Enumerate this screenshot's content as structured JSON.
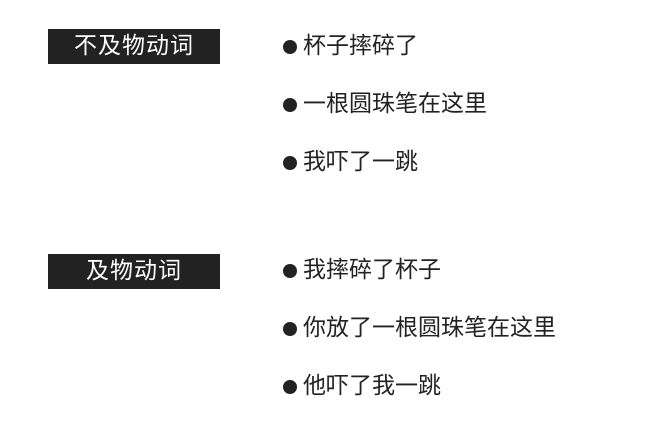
{
  "sections": [
    {
      "label": "不及物动词",
      "examples": [
        "杯子摔碎了",
        "一根圆珠笔在这里",
        "我吓了一跳"
      ]
    },
    {
      "label": "及物动词",
      "examples": [
        "我摔碎了杯子",
        "你放了一根圆珠笔在这里",
        "他吓了我一跳"
      ]
    }
  ],
  "colors": {
    "label_background": "#222222",
    "label_text": "#ffffff",
    "text": "#222222",
    "background": "#ffffff"
  }
}
